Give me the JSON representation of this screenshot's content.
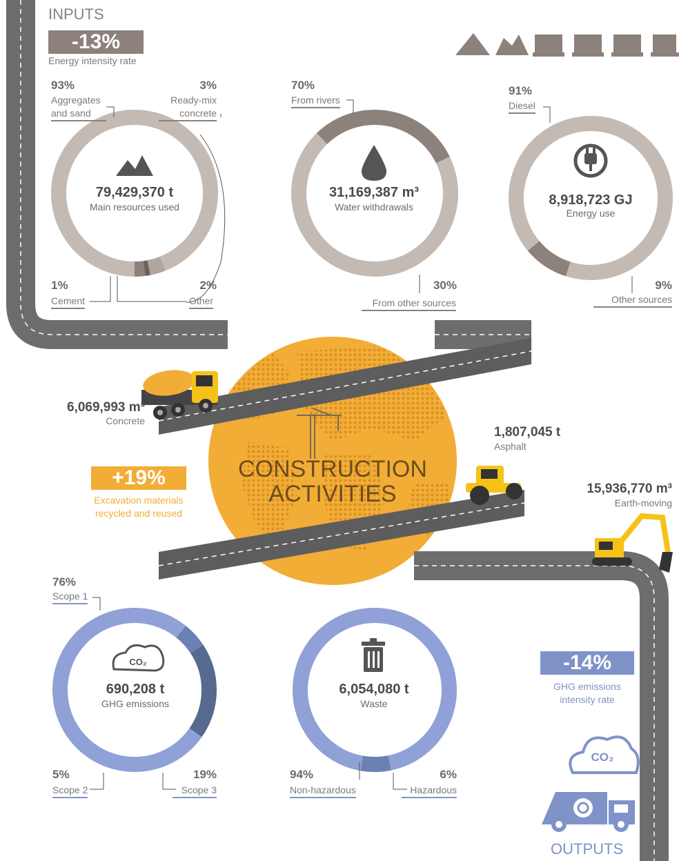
{
  "colors": {
    "road": "#6d6d6d",
    "brown": "#8c817b",
    "ring_light": "#c3bab4",
    "blue": "#7f93c9",
    "blue_dark": "#56698f",
    "orange": "#f2ad37"
  },
  "headings": {
    "inputs": "INPUTS",
    "outputs": "OUTPUTS"
  },
  "inputs_kpi": {
    "value": "-13%",
    "label": "Energy intensity rate"
  },
  "resources": {
    "value": "79,429,370 t",
    "label": "Main resources used",
    "icon": "mountain-icon",
    "segments": [
      {
        "pct": "93%",
        "name": "Aggregates and sand",
        "value": 93
      },
      {
        "pct": "3%",
        "name": "Ready-mix concrete",
        "value": 3
      },
      {
        "pct": "1%",
        "name": "Cement",
        "value": 1
      },
      {
        "pct": "2%",
        "name": "Other",
        "value": 2
      }
    ]
  },
  "water": {
    "value": "31,169,387 m³",
    "label": "Water withdrawals",
    "icon": "water-drop-icon",
    "segments": [
      {
        "pct": "70%",
        "name": "From rivers",
        "value": 70
      },
      {
        "pct": "30%",
        "name": "From other sources",
        "value": 30
      }
    ]
  },
  "energy": {
    "value": "8,918,723 GJ",
    "label": "Energy use",
    "icon": "plug-icon",
    "segments": [
      {
        "pct": "91%",
        "name": "Diesel",
        "value": 91
      },
      {
        "pct": "9%",
        "name": "Other sources",
        "value": 9
      }
    ]
  },
  "activities": {
    "title_line1": "CONSTRUCTION",
    "title_line2": "ACTIVITIES",
    "concrete": {
      "value": "6,069,993 m³",
      "label": "Concrete"
    },
    "asphalt": {
      "value": "1,807,045 t",
      "label": "Asphalt"
    },
    "earth": {
      "value": "15,936,770 m³",
      "label": "Earth-moving"
    },
    "recycled": {
      "value": "+19%",
      "label_line1": "Excavation materials",
      "label_line2": "recycled and reused"
    }
  },
  "ghg": {
    "value": "690,208 t",
    "label": "GHG emissions",
    "icon": "co2-cloud-icon",
    "segments": [
      {
        "pct": "76%",
        "name": "Scope 1",
        "value": 76
      },
      {
        "pct": "5%",
        "name": "Scope 2",
        "value": 5
      },
      {
        "pct": "19%",
        "name": "Scope 3",
        "value": 19
      }
    ]
  },
  "waste": {
    "value": "6,054,080 t",
    "label": "Waste",
    "icon": "trash-icon",
    "segments": [
      {
        "pct": "94%",
        "name": "Non-hazardous",
        "value": 94
      },
      {
        "pct": "6%",
        "name": "Hazardous",
        "value": 6
      }
    ]
  },
  "outputs_kpi": {
    "value": "-14%",
    "label_line1": "GHG emissions",
    "label_line2": "intensity rate"
  },
  "co2_text": "CO₂"
}
